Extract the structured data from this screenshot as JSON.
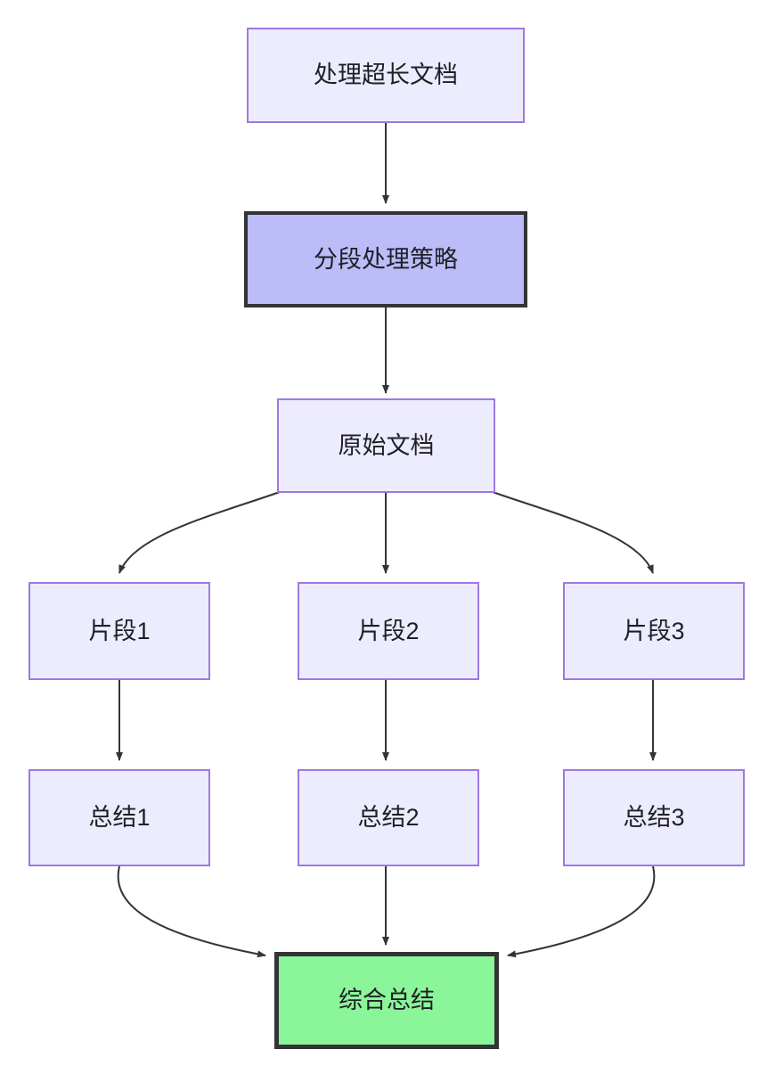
{
  "diagram": {
    "type": "flowchart",
    "direction": "top-to-bottom",
    "background_color": "#ffffff",
    "palette": {
      "node_fill": "#ececfe",
      "node_border": "#9f78e0",
      "highlight_fill": "#bcbcf8",
      "highlight_border": "#333338",
      "final_fill": "#8bf59a",
      "final_border": "#333338",
      "edge_color": "#333338",
      "text_color": "#1f1f27"
    },
    "nodes": [
      {
        "id": "n1",
        "label": "处理超长文档",
        "style": "normal"
      },
      {
        "id": "n2",
        "label": "分段处理策略",
        "style": "highlight"
      },
      {
        "id": "n3",
        "label": "原始文档",
        "style": "normal"
      },
      {
        "id": "n4",
        "label": "片段1",
        "style": "normal"
      },
      {
        "id": "n5",
        "label": "片段2",
        "style": "normal"
      },
      {
        "id": "n6",
        "label": "片段3",
        "style": "normal"
      },
      {
        "id": "n7",
        "label": "总结1",
        "style": "normal"
      },
      {
        "id": "n8",
        "label": "总结2",
        "style": "normal"
      },
      {
        "id": "n9",
        "label": "总结3",
        "style": "normal"
      },
      {
        "id": "n10",
        "label": "综合总结",
        "style": "final"
      }
    ],
    "edges": [
      {
        "from": "n1",
        "to": "n2"
      },
      {
        "from": "n2",
        "to": "n3"
      },
      {
        "from": "n3",
        "to": "n4"
      },
      {
        "from": "n3",
        "to": "n5"
      },
      {
        "from": "n3",
        "to": "n6"
      },
      {
        "from": "n4",
        "to": "n7"
      },
      {
        "from": "n5",
        "to": "n8"
      },
      {
        "from": "n6",
        "to": "n9"
      },
      {
        "from": "n7",
        "to": "n10"
      },
      {
        "from": "n8",
        "to": "n10"
      },
      {
        "from": "n9",
        "to": "n10"
      }
    ]
  }
}
